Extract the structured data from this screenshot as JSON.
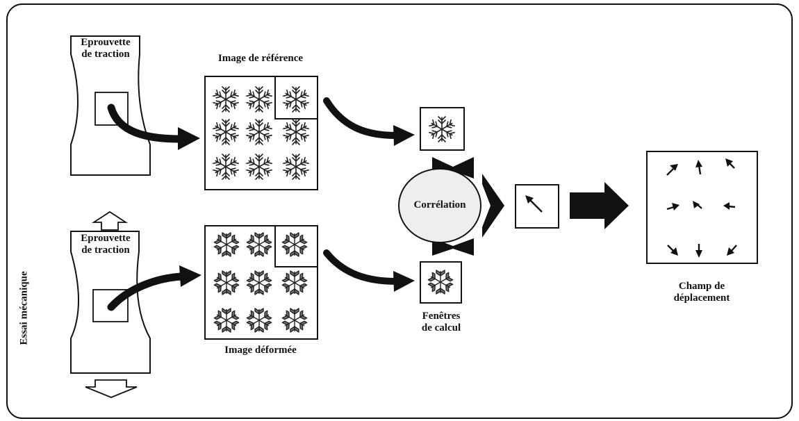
{
  "specimen_top": {
    "line1": "Eprouvette",
    "line2": "de traction"
  },
  "specimen_bottom": {
    "line1": "Eprouvette",
    "line2": "de traction"
  },
  "side_label": "Essai mécanique",
  "reference_image_label": "Image de référence",
  "deformed_image_label": "Image déformée",
  "correlation_label": "Corrélation",
  "windows_label": {
    "line1": "Fenêtres",
    "line2": "de calcul"
  },
  "field_label": {
    "line1": "Champ de",
    "line2": "déplacement"
  },
  "colors": {
    "ink": "#111111",
    "correlation_fill": "#eeeeee",
    "paper": "#ffffff"
  }
}
